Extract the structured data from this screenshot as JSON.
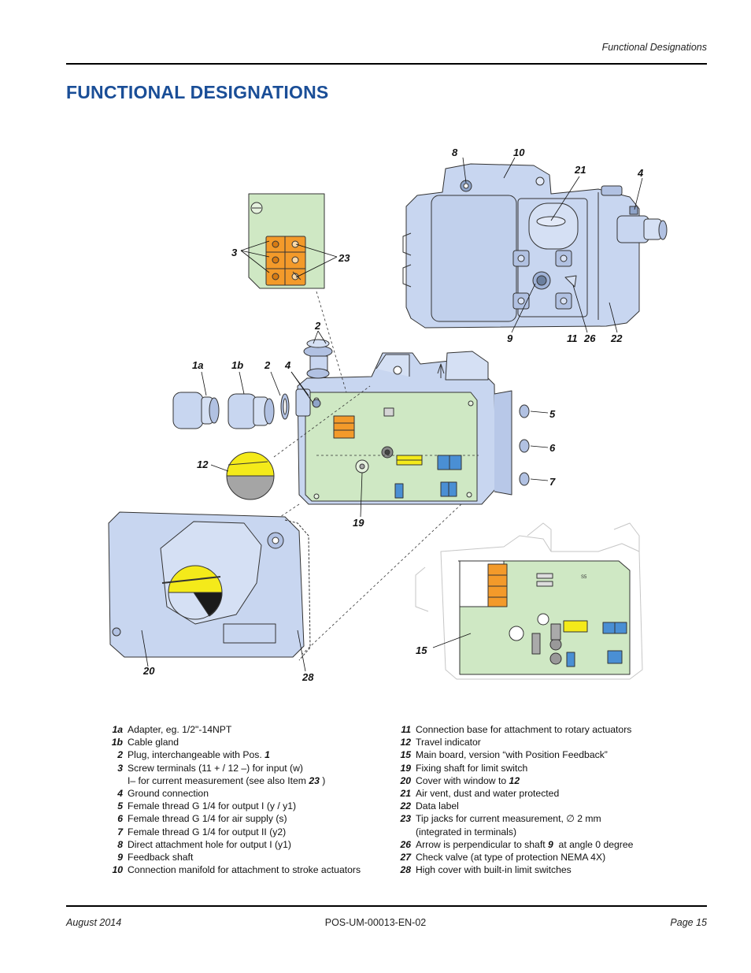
{
  "header": {
    "section": "Functional Designations"
  },
  "page_title": "FUNCTIONAL DESIGNATIONS",
  "callouts": {
    "c8": "8",
    "c10": "10",
    "c21": "21",
    "c4a": "4",
    "c3": "3",
    "c23": "23",
    "c9": "9",
    "c11": "11",
    "c26": "26",
    "c22": "22",
    "c2a": "2",
    "c1a": "1a",
    "c1b": "1b",
    "c2b": "2",
    "c4b": "4",
    "c5": "5",
    "c6": "6",
    "c7": "7",
    "c12": "12",
    "c19": "19",
    "c20": "20",
    "c28": "28",
    "c15": "15"
  },
  "board_text": {
    "s5": "S5"
  },
  "legend_left": [
    {
      "num": "1a",
      "text": "Adapter, eg. 1/2\"-14NPT"
    },
    {
      "num": "1b",
      "text": "Cable gland"
    },
    {
      "num": "2",
      "text": "Plug, interchangeable with Pos.",
      "ref": "1"
    },
    {
      "num": "3",
      "text": "Screw terminals (11 + / 12 –) for input (w)"
    },
    {
      "num": "",
      "text": "I– for current measurement (see also Item",
      "ref": "23",
      "after": ")"
    },
    {
      "num": "4",
      "text": "Ground connection"
    },
    {
      "num": "5",
      "text": "Female thread G 1/4 for output I (y / y1)"
    },
    {
      "num": "6",
      "text": "Female thread G 1/4 for air supply (s)"
    },
    {
      "num": "7",
      "text": "Female thread G 1/4 for output II (y2)"
    },
    {
      "num": "8",
      "text": "Direct attachment hole for output I (y1)"
    },
    {
      "num": "9",
      "text": "Feedback shaft"
    },
    {
      "num": "10",
      "text": "Connection manifold for attachment to stroke actuators"
    }
  ],
  "legend_right": [
    {
      "num": "11",
      "text": "Connection base for attachment to rotary actuators"
    },
    {
      "num": "12",
      "text": "Travel indicator"
    },
    {
      "num": "15",
      "text": "Main board, version “with Position Feedback”"
    },
    {
      "num": "19",
      "text": "Fixing shaft for limit switch"
    },
    {
      "num": "20",
      "text": "Cover with window to",
      "ref": "12"
    },
    {
      "num": "21",
      "text": "Air vent, dust and water protected"
    },
    {
      "num": "22",
      "text": "Data label"
    },
    {
      "num": "23",
      "text": "Tip jacks for current measurement, ∅ 2 mm"
    },
    {
      "num": "",
      "text": "(integrated in terminals)"
    },
    {
      "num": "26",
      "text": "Arrow is perpendicular to shaft",
      "ref": "9",
      "after": "  at angle 0 degree"
    },
    {
      "num": "27",
      "text": "Check valve (at type of protection NEMA 4X)"
    },
    {
      "num": "28",
      "text": "High cover with built-in limit switches"
    }
  ],
  "footer": {
    "date": "August 2014",
    "doc_id": "POS-UM-00013-EN-02",
    "page": "Page 15"
  },
  "colors": {
    "title_blue": "#1a4e97",
    "housing_blue": "#c8d6f0",
    "board_green": "#cfe8c4",
    "terminal_orange": "#f39a2a",
    "indicator_yellow": "#f4ea1a",
    "indicator_grey": "#a5a5a5",
    "jack_blue": "#4a8fd4"
  }
}
